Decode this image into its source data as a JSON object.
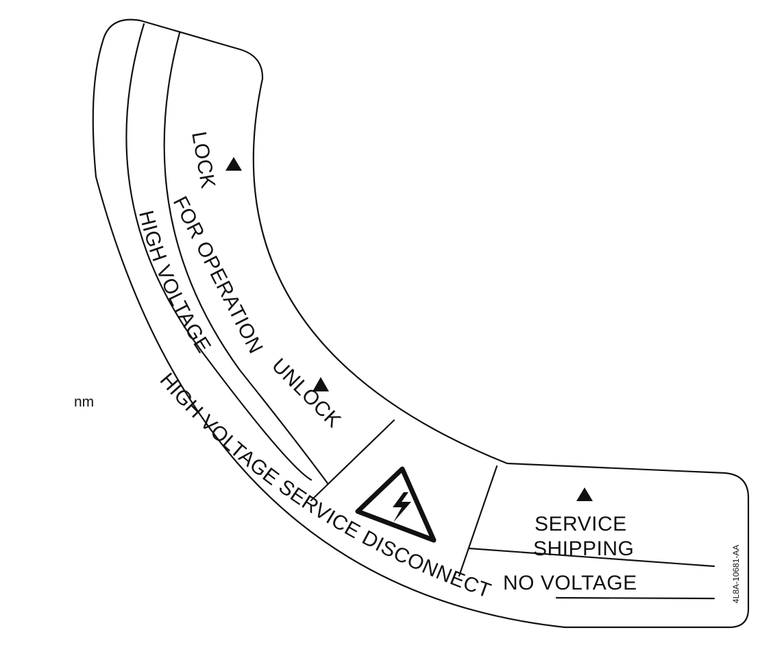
{
  "figure_label": "nm",
  "part_number": "4L8A-10681-AA",
  "labels": {
    "lock": "LOCK",
    "for_operation": "FOR OPERATION",
    "high_voltage": "HIGH VOLTAGE",
    "unlock": "UNLOCK",
    "outer_text": "HIGH VOLTAGE SERVICE DISCONNECT",
    "service": "SERVICE",
    "shipping": "SHIPPING",
    "no_voltage": "NO VOLTAGE"
  },
  "icons": {
    "lock_arrow": "triangle-up-icon",
    "unlock_arrow": "triangle-up-icon",
    "service_arrow": "triangle-up-icon",
    "warning": "high-voltage-warning-icon"
  },
  "colors": {
    "ink": "#111111",
    "background": "#ffffff"
  }
}
